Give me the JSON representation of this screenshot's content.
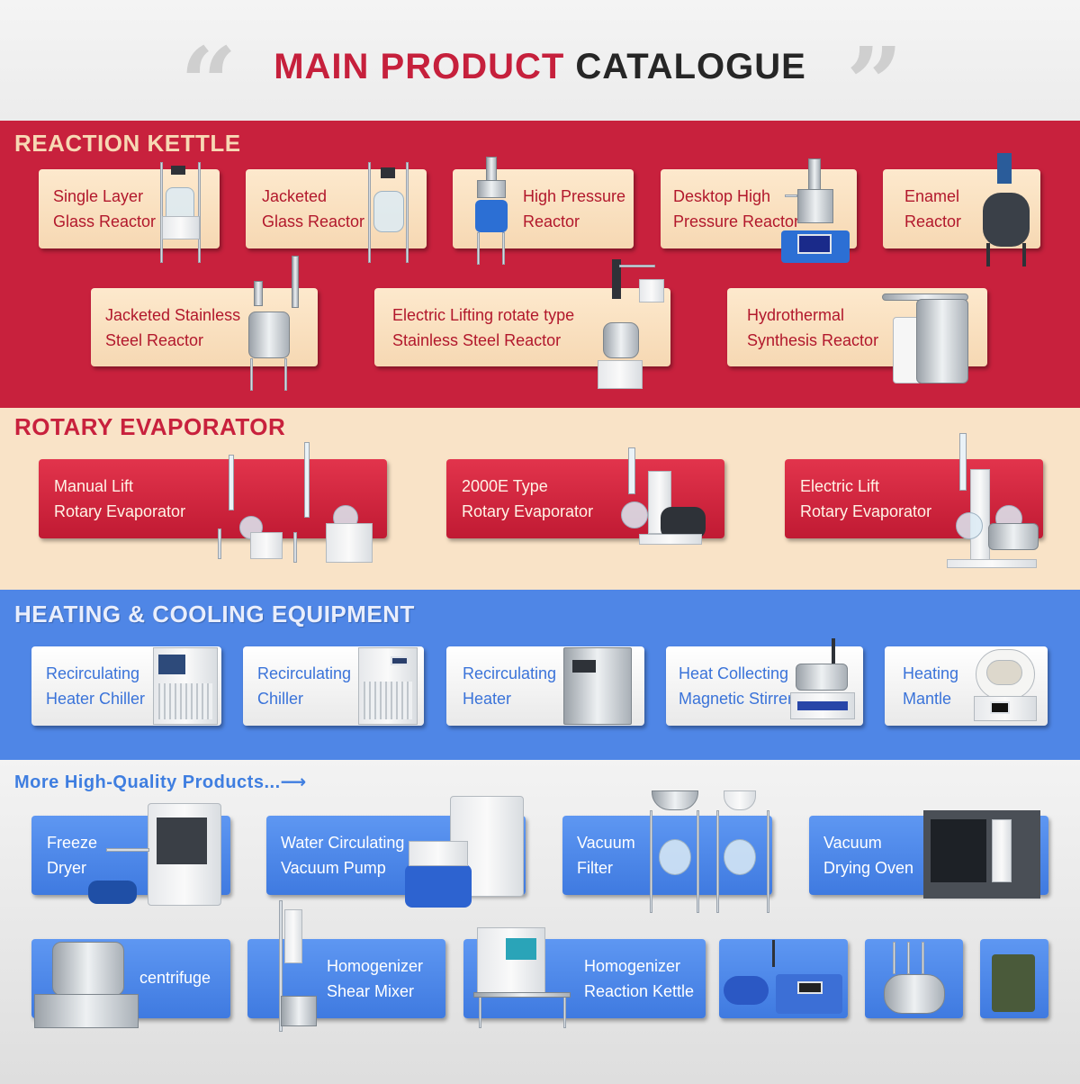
{
  "header": {
    "title_red": "MAIN PRODUCT",
    "title_dark": "CATALOGUE",
    "open_quote": "“",
    "close_quote": "”"
  },
  "colors": {
    "brand_red": "#c8213d",
    "cream": "#f9e3c7",
    "heat_blue": "#4f86e6",
    "link_blue": "#3f7ee0"
  },
  "sections": {
    "reaction_kettle": {
      "title": "REACTION KETTLE",
      "items": [
        {
          "line1": "Single Layer",
          "line2": "Glass Reactor"
        },
        {
          "line1": "Jacketed",
          "line2": "Glass Reactor"
        },
        {
          "line1": "High Pressure",
          "line2": "Reactor"
        },
        {
          "line1": "Desktop High",
          "line2": "Pressure Reactor"
        },
        {
          "line1": "Enamel",
          "line2": "Reactor"
        },
        {
          "line1": "Jacketed Stainless",
          "line2": "Steel Reactor"
        },
        {
          "line1": "Electric Lifting rotate type",
          "line2": "Stainless Steel Reactor"
        },
        {
          "line1": "Hydrothermal",
          "line2": "Synthesis Reactor"
        }
      ]
    },
    "rotary_evaporator": {
      "title": "ROTARY EVAPORATOR",
      "items": [
        {
          "line1": "Manual Lift",
          "line2": "Rotary Evaporator"
        },
        {
          "line1": "2000E Type",
          "line2": "Rotary  Evaporator"
        },
        {
          "line1": "Electric Lift",
          "line2": "Rotary Evaporator"
        }
      ]
    },
    "heating_cooling": {
      "title": "HEATING & COOLING EQUIPMENT",
      "items": [
        {
          "line1": "Recirculating",
          "line2": "Heater Chiller"
        },
        {
          "line1": "Recirculating",
          "line2": "Chiller"
        },
        {
          "line1": "Recirculating",
          "line2": "Heater"
        },
        {
          "line1": "Heat Collecting",
          "line2": "Magnetic Stirrer"
        },
        {
          "line1": "Heating",
          "line2": "Mantle"
        }
      ]
    },
    "more": {
      "title": "More High-Quality Products...⟶",
      "items": [
        {
          "line1": "Freeze",
          "line2": "Dryer"
        },
        {
          "line1": "Water Circulating",
          "line2": "Vacuum Pump"
        },
        {
          "line1": "Vacuum",
          "line2": "Filter"
        },
        {
          "line1": "Vacuum",
          "line2": "Drying Oven"
        },
        {
          "line1": "centrifuge",
          "line2": ""
        },
        {
          "line1": "Homogenizer",
          "line2": "Shear Mixer"
        },
        {
          "line1": "Homogenizer",
          "line2": "Reaction Kettle"
        }
      ]
    }
  }
}
